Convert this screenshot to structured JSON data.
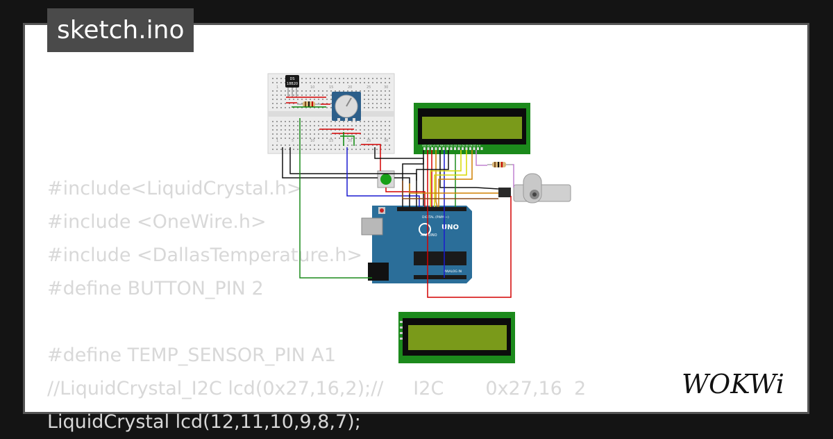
{
  "file_tab": {
    "label": "sketch.ino"
  },
  "code_lines": [
    "#include<LiquidCrystal.h>",
    "#include <OneWire.h>",
    "#include <DallasTemperature.h>",
    "#define BUTTON_PIN 2",
    "",
    "#define TEMP_SENSOR_PIN A1",
    "//LiquidCrystal_I2C lcd(0x27,16,2);//     I2C       0x27,16  2",
    "LiquidCrystal lcd(12,11,10,9,8,7);"
  ],
  "circuit": {
    "sensor_label": [
      "DS",
      "18B20"
    ],
    "arduino_labels": {
      "brand": "UNO",
      "sub": "ARDUINO",
      "digital": "DIGITAL (PWM ~)",
      "analog": "ANALOG IN"
    },
    "lcd_pin_labels": "VSS VDD V0 RS RW E D0 D1 D2 D3 D4 D5 D6 D7 A K",
    "breadboard_numbers": [
      "1",
      "5",
      "10",
      "15",
      "20",
      "25",
      "30"
    ]
  },
  "colors": {
    "background": "#141414",
    "card": "#ffffff",
    "tab": "#4a4a4a",
    "code_text": "#d8d8d8",
    "lcd_green": "#1c8a1c",
    "lcd_screen": "#7a9a1a",
    "arduino_blue": "#2b6e99"
  },
  "logo": {
    "text": "WOKWi"
  }
}
